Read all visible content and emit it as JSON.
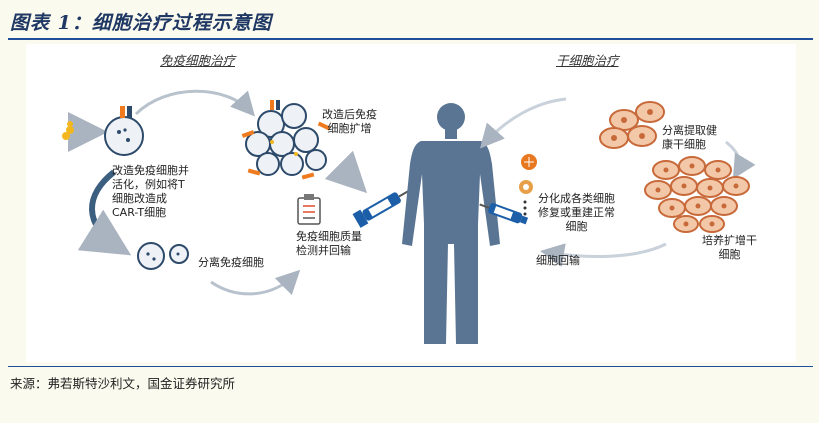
{
  "figure_title": "图表 1：细胞治疗过程示意图",
  "source": "来源：弗若斯特沙利文，国金证券研究所",
  "immune_therapy": {
    "header": "免疫细胞治疗",
    "step_modify": [
      "改造免疫细胞并",
      "活化，例如将T",
      "细胞改造成",
      "CAR-T细胞"
    ],
    "step_expand": [
      "改造后免疫",
      "细胞扩增"
    ],
    "step_qc": [
      "免疫细胞质量",
      "检测并回输"
    ],
    "step_isolate": "分离免疫细胞"
  },
  "stem_cell_therapy": {
    "header": "干细胞治疗",
    "step_isolate": [
      "分离提取健",
      "康干细胞"
    ],
    "step_culture": [
      "培养扩增干",
      "细胞"
    ],
    "step_differentiate": [
      "分化成各类细胞",
      "修复或重建正常",
      "细胞"
    ],
    "step_return": "细胞回输"
  },
  "colors": {
    "title": "#1f3864",
    "rule": "#1f4e9a",
    "body_silhouette": "#5a7593",
    "arrow_gray": "#c9d1db",
    "arrow_blue": "#1c5fa8",
    "stem_cell_fill": "#e8a57a",
    "stem_cell_stroke": "#c8693a",
    "immune_cell_stroke": "#2e4a6a",
    "page_background": "#fbfaee"
  }
}
